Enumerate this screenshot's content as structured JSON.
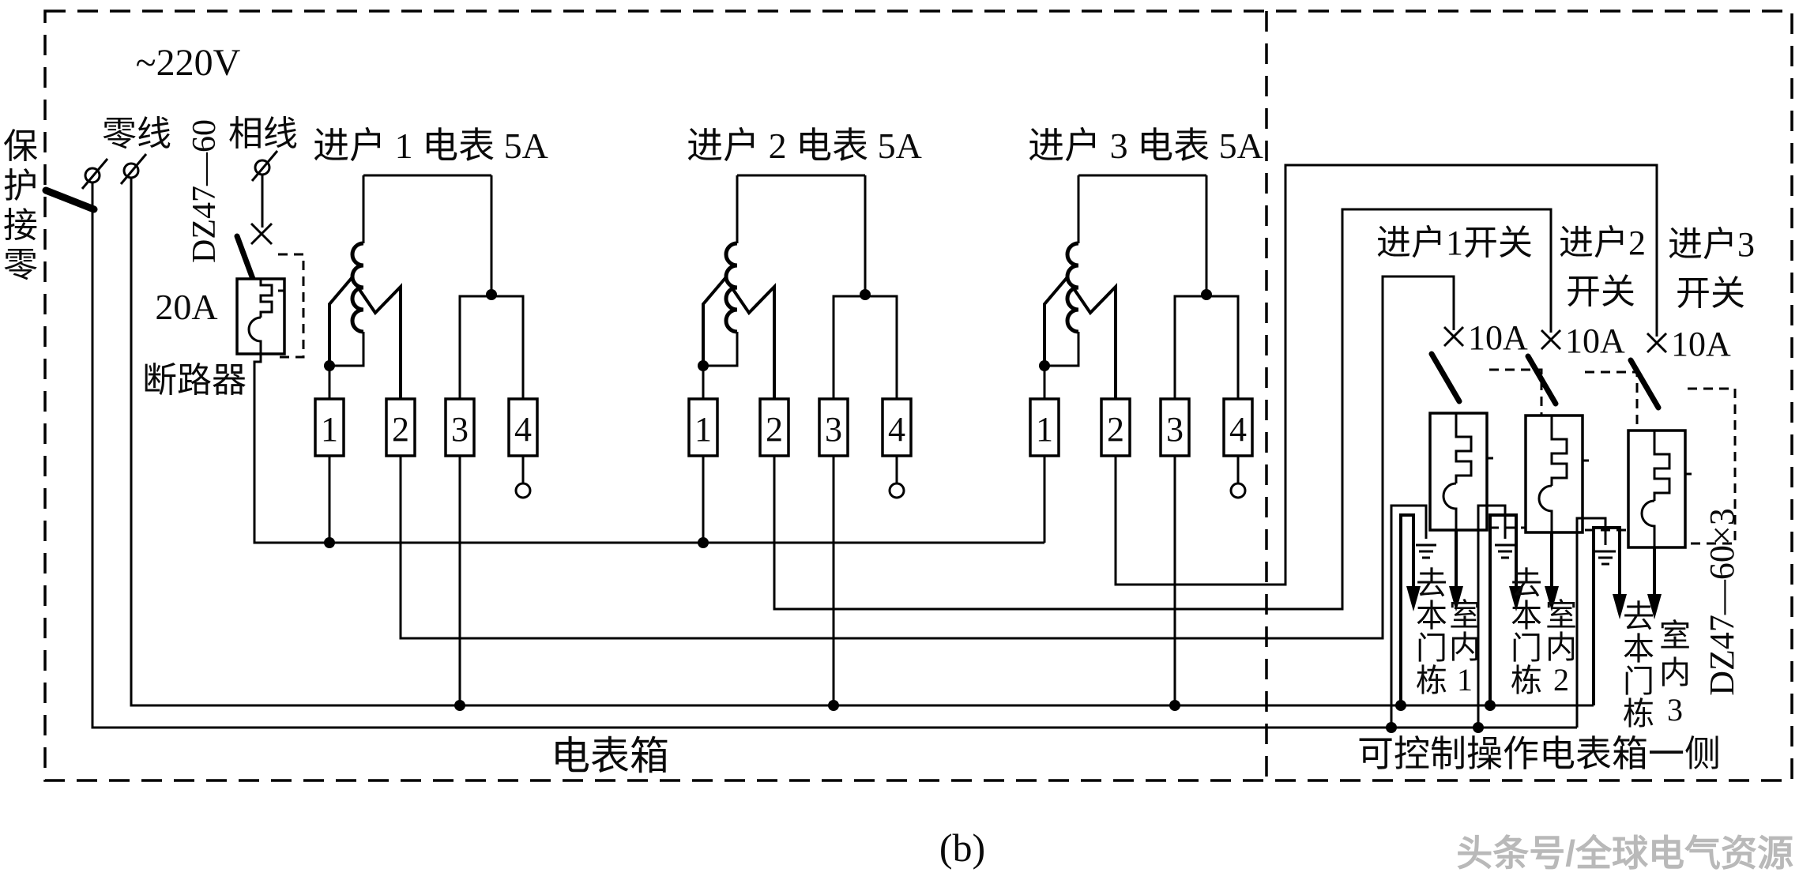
{
  "diagram_type": "electrical-wiring-schematic",
  "caption": "(b)",
  "watermark": "头条号/全球电气资源",
  "left_box": {
    "label": "电表箱",
    "protective_label": "保护接零",
    "supply": {
      "voltage": "~220V",
      "neutral": "零线",
      "phase": "相线",
      "breaker_model": "DZ47—60",
      "breaker_rating": "20A",
      "breaker_label": "断路器"
    },
    "meters": [
      {
        "label": "进户 1 电表 5A",
        "terminals": [
          "1",
          "2",
          "3",
          "4"
        ]
      },
      {
        "label": "进户 2 电表 5A",
        "terminals": [
          "1",
          "2",
          "3",
          "4"
        ]
      },
      {
        "label": "进户 3 电表 5A",
        "terminals": [
          "1",
          "2",
          "3",
          "4"
        ]
      }
    ]
  },
  "right_box": {
    "label": "可控制操作电表箱一侧",
    "breaker_model": "DZ47—60×3",
    "switches": [
      {
        "lines": [
          "进户1开关"
        ],
        "rating": "10A"
      },
      {
        "lines": [
          "进户2",
          "开关"
        ],
        "rating": "10A"
      },
      {
        "lines": [
          "进户3",
          "开关"
        ],
        "rating": "10A"
      }
    ],
    "outputs": [
      {
        "col1": "去本门栋",
        "col2": "室内1"
      },
      {
        "col1": "去本门栋",
        "col2": "室内2"
      },
      {
        "col1": "去本门栋",
        "col2": "室内3"
      }
    ]
  }
}
